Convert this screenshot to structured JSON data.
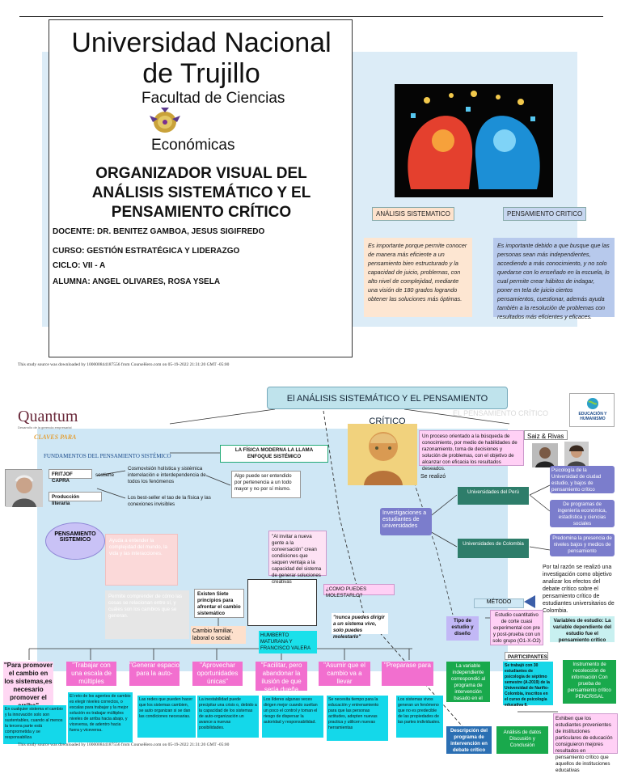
{
  "cover": {
    "uni_line1": "Universidad Nacional",
    "uni_line2": "de Trujillo",
    "faculty_line1": "Facultad de Ciencias",
    "faculty_line2": "Económicas",
    "title_l1": "ORGANIZADOR VISUAL DEL",
    "title_l2": "ANÁLISIS SISTEMÁTICO Y EL",
    "title_l3": "PENSAMIENTO CRÍTICO",
    "docente": "DOCENTE: DR. BENITEZ GAMBOA, JESUS SIGIFREDO",
    "curso": "CURSO: GESTIÓN ESTRATÉGICA Y LIDERAZGO",
    "ciclo": "CICLO: VII - A",
    "alumna": "ALUMNA: ANGEL OLIVARES, ROSA YSELA"
  },
  "tags": {
    "analisis": "ANÁLISIS SISTEMATICO",
    "pensamiento": "PENSAMIENTO CRITICO"
  },
  "paras": {
    "analisis": "Es importante porque permite conocer de manera más eficiente a un pensamiento bien estructurado y la capacidad de juicio, problemas, con alto nivel de complejidad, mediante una visión de 180 grados logrando obtener las soluciones más óptimas.",
    "pensamiento": "Es importante debido a que busque que las personas sean más independientes, accediendo a más conocimiento, y no solo quedarse con lo enseñado en la escuela, lo cual permite crear hábitos de indagar, poner en tela de juicio ciertos pensamientos, cuestionar, además ayuda también a la resolución de problemas con resultados más eficientes y eficaces."
  },
  "footer": "This study source was downloaded by 100000844187556 from CourseHero.com on 05-19-2022 21:31:20 GMT -05:00",
  "map": {
    "title": "El ANÁLISIS SISTEMÁTICO Y EL PENSAMIENTO CRÍTICO",
    "quantum": "Quantum",
    "quantum_sub": "Desarrollo de la gerencia empresarial",
    "claves": "CLAVES PARA",
    "fund": "FUNDAMENTOS DEL PENSAMIENTO SISTÉMICO",
    "fisica": "LA FÍSICA MODERNA LA LLAMA ENFOQUE SISTÉMICO",
    "capra": "FRITJOF CAPRA",
    "sostiene": "sostiene",
    "produccion": "Producción literaria",
    "cosmo": "Cosmovisión holística y sistémica interrelación e interdependencia de todos los fenómenos",
    "bestseller": "Los best-seller el tao de la física y las conexiones invisibles",
    "algo": "Algo puede ser entendido por pertenencia a un todo mayor y no por sí mismo.",
    "pens_sist": "PENSAMIENTO SISTEMICO",
    "ayuda": "Ayuda a entender la complejidad del mundo, la vida y las interacciones.",
    "permite": "Permite comprender de cómo las cosas se relacionan entre sí, y cuáles son los cambios que se generan.",
    "existen": "Existen Siete principios para afrontar el cambio sistemático",
    "cambio": "Cambio familiar, laboral o social.",
    "humberto": "HUMBERTO MATURANA Y FRANCISCO VALERA",
    "cita": "\"Al invitar a nueva gente a la conversación\" crean condiciones que saquen ventaja a la capacidad del sistema de generar soluciones creativas",
    "como": "¿COMO PUEDES MOLESTARLO?",
    "nunca": "\"nunca puedes dirigir a un sistema vivo, solo puedes molestarlo\"",
    "proceso": "Un proceso orientado a la búsqueda de conocimiento, por medio de habilidades de razonamiento, toma de decisiones y solución de problemas, con el objetivo de alcanzar con eficacia los resultados deseados.",
    "pc_label": "EL PENSAMIENTO CRÍTICO",
    "saiz": "Saiz & Rivas",
    "se_realizo": "Se realizó",
    "investig": "Investigaciones a estudiantes de universidades",
    "univ_peru": "Universidades del Perú",
    "univ_col": "Universidades de Colombia",
    "p1": "Psicología de la Universidad de ciudad estudio, y bajos de pensamiento crítico",
    "p2": "De programas de ingeniería económica, estadística y ciencias sociales",
    "p3": "Predomina la presencia de niveles bajos y medios de pensamiento",
    "por_tal": "Por tal razón se realizó una investigación como objetivo analizar los efectos del debate crítico sobre el pensamiento crítico de estudiantes universitarios de Colombia.",
    "metodo": "MÉTODO",
    "tipo": "Tipo de estudio y diseño",
    "estudio": "Estudio cuantitativo de corte cuasi experimental con pre y post-prueba con un solo grupo (O1-X-O2)",
    "variables": "Variables de estudio: La variable dependiente del estudio fue el pensamiento crítico",
    "participantes": "PARTICIPANTES",
    "var_indep": "La variable independiente correspondió al programa de intervención basado en el debate crítico",
    "part_desc": "Se trabajó con 30 estudiantes de psicología de séptimo semestre (A-2019) de la Universidad de Nariño-Colombia, inscritos en el curso de psicología educativa II.",
    "instrumento": "Instrumento de recolección de información Con prueba de pensamiento crítico PENCRISAL",
    "descripcion": "Descripción del programa de intervención en debate crítico",
    "analisis_datos": "Análisis de datos Discusión y Conclusión",
    "exhiben": "Exhiben que los estudiantes provenientes de instituciones particulares de educación consiguieron mejores resultados en pensamiento crítico que aquellos de instituciones educativas",
    "princ": [
      "\"Para promover el cambio en los sistemas,es necesario promover el arriba\"",
      "\"Trabajar con una escala de múltiples",
      "\"Generar espacio para la auto-",
      "\"Aprovechar oportunidades únicas\"",
      "\"Facilitar, pero abandonar la ilusión de que sería dueña",
      "\"Asumir que el cambio va a llevar",
      "\"Preparase para"
    ],
    "princ_desc": [
      "En cualquier sistema el cambio y la innovación solo son sustentables, cuando al menos la tercera parte está comprometida y se responsabiliza",
      "El reto de los agentes de cambio es elegir niveles correctos, o escalas para trabajar y la mejor solución es trabajar múltiples niveles de arriba hacia abajo, y viceversa, de adentro hacia fuera y viceversa.",
      "Las redes que pueden hacer que los sistemas cambien, se auto organizan si se dan las condiciones necesarias.",
      "La inestabilidad puede precipitar una crisis o, debido a la capacidad de los sistemas de auto-organización un avance a nuevas posibilidades.",
      "Los líderes algunas veces dirigen mejor cuando sueltan un poco el control y toman el riesgo de dispersar la autoridad y responsabilidad.",
      "Se necesita tiempo para la educación y entrenamiento para que las personas actitudes, adopten nuevas practica y utilicen nuevas herramientas",
      "Los sistemas vivos generan un fenómeno que no es predecible de las propiedades de las partes individuales."
    ],
    "educacion": "EDUCACIÓN Y HUMANISMO"
  }
}
